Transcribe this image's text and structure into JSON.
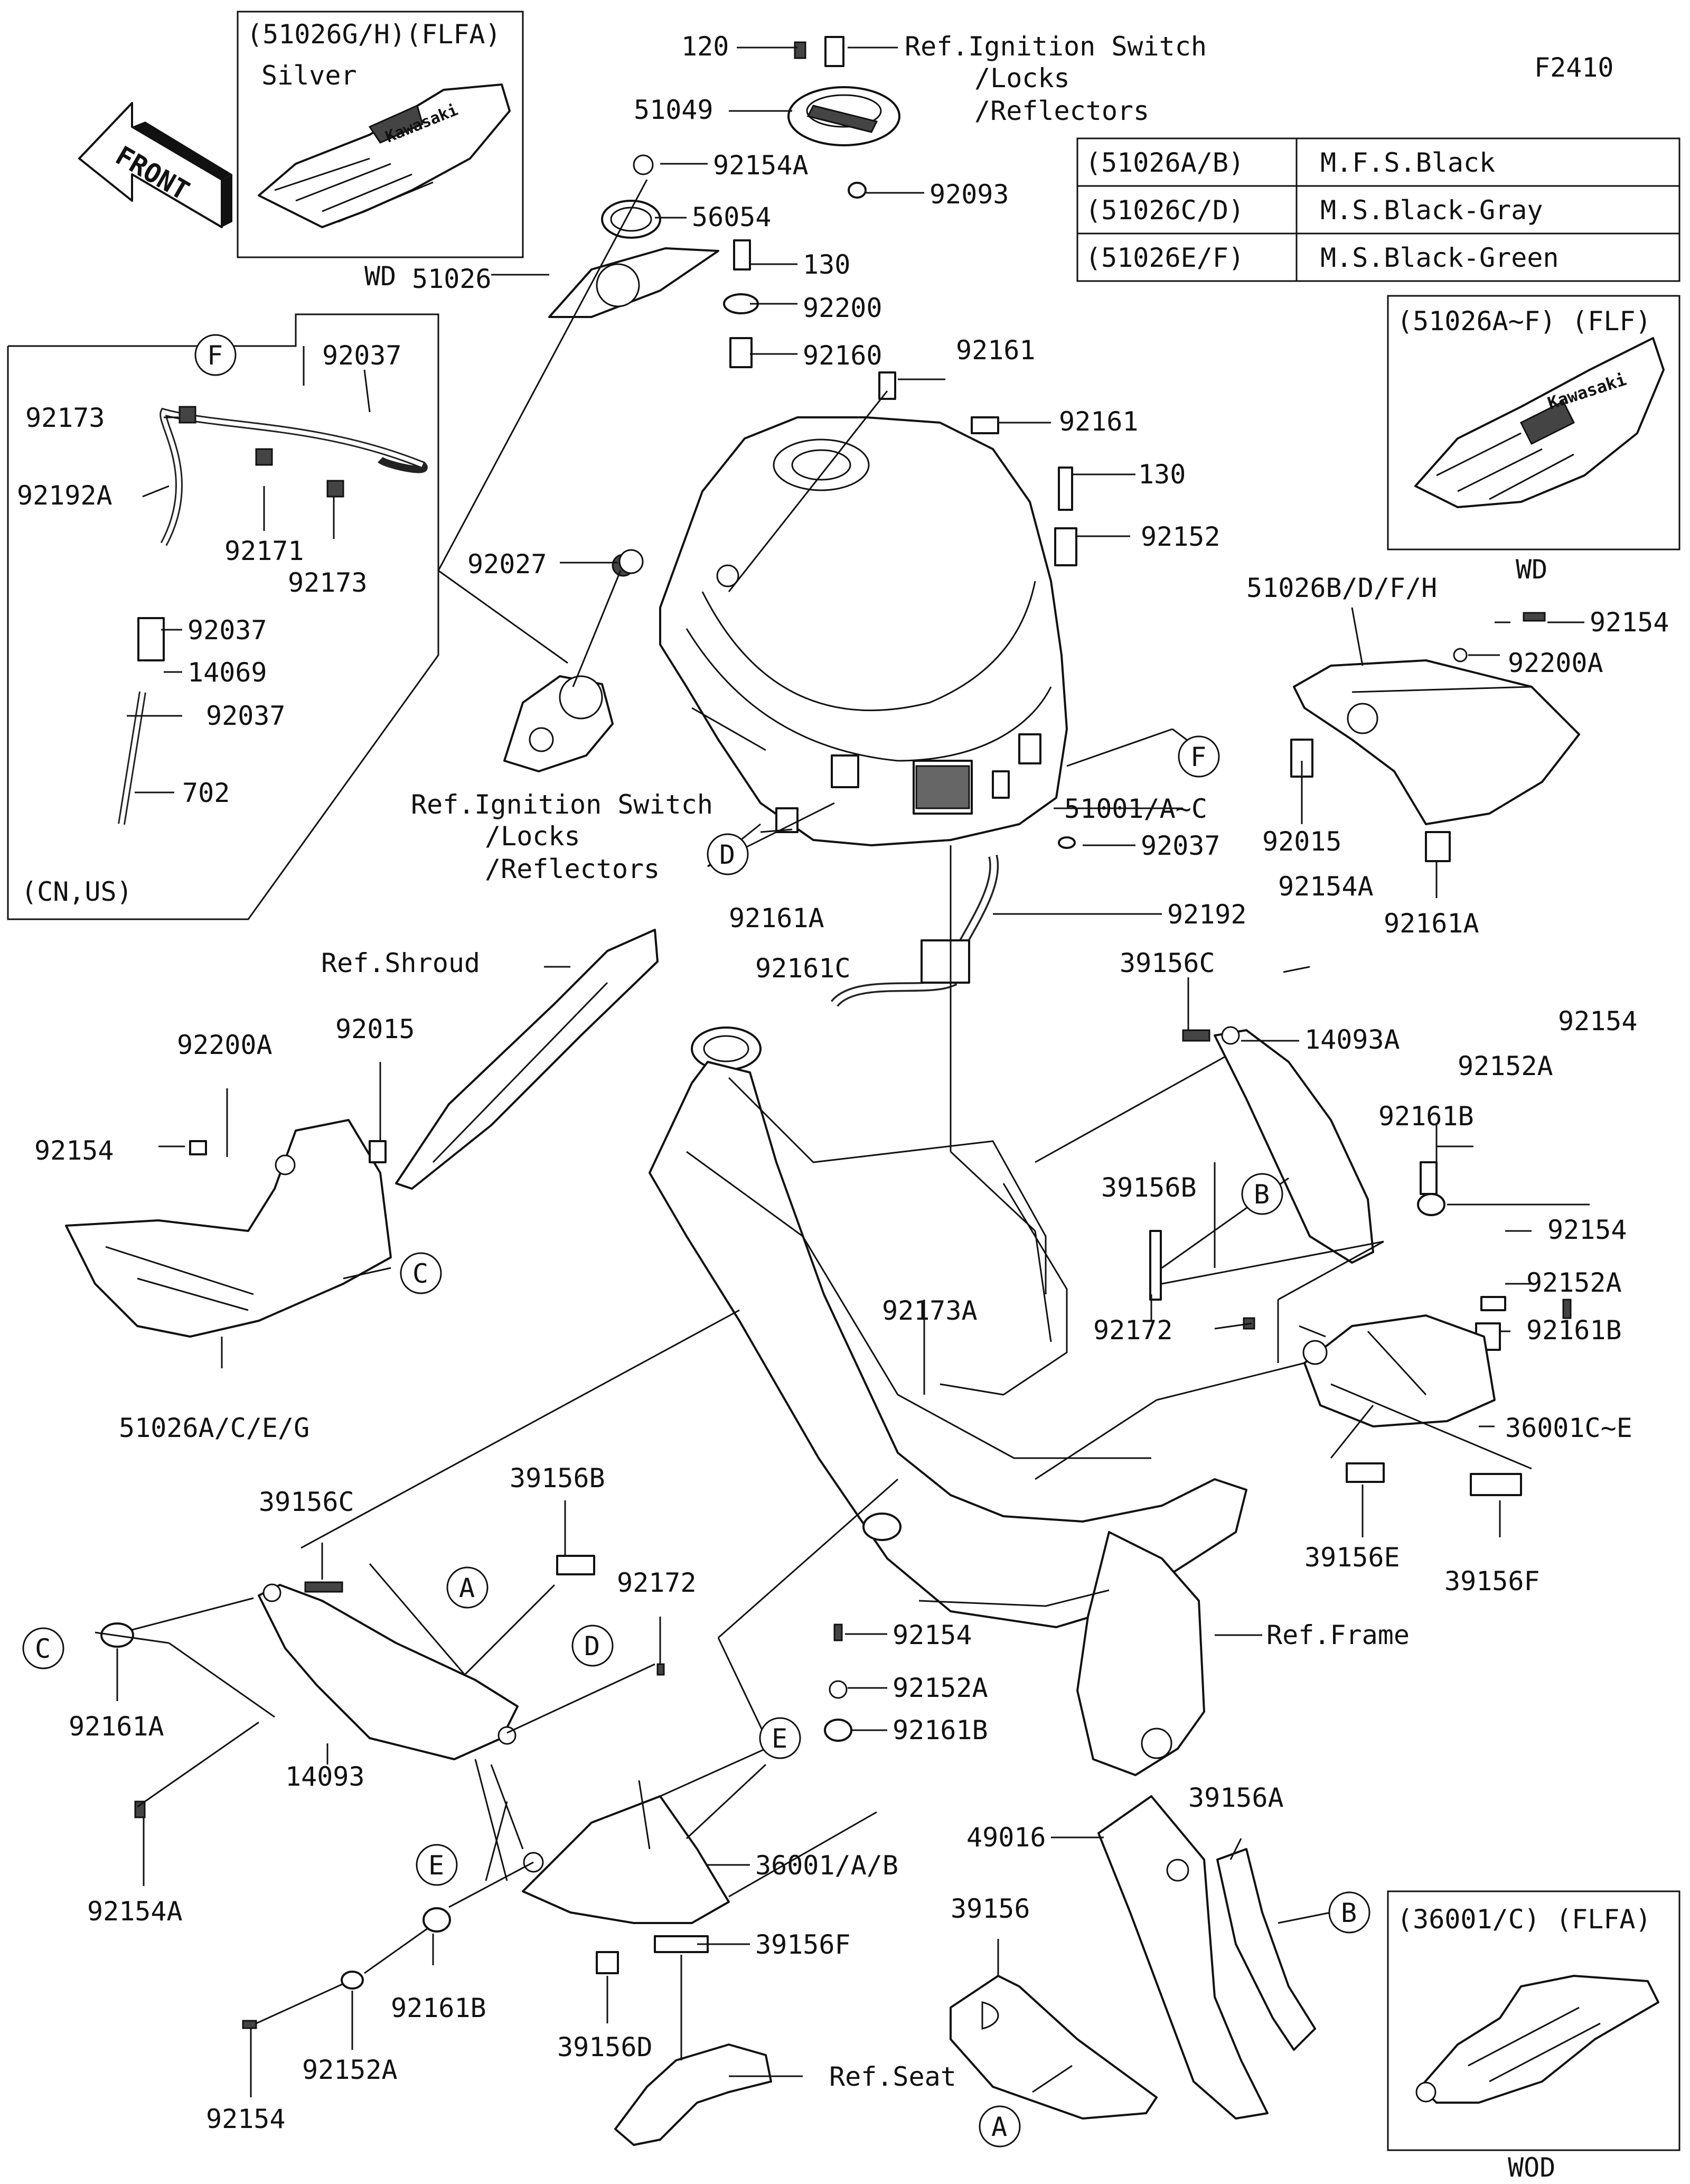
{
  "figure_code": "F2410",
  "front_label": "FRONT",
  "color_table": {
    "rows": [
      {
        "code": "(51026A/B)",
        "color": "M.F.S.Black"
      },
      {
        "code": "(51026C/D)",
        "color": "M.S.Black-Gray"
      },
      {
        "code": "(51026E/F)",
        "color": "M.S.Black-Green"
      }
    ]
  },
  "insets": {
    "flfa_top": {
      "title": "(51026G/H)(FLFA)",
      "color": "Silver",
      "note": "WD",
      "logo": "Kawasaki"
    },
    "flf_right": {
      "title": "(51026A~F) (FLF)",
      "note": "WD",
      "logo": "Kawasaki"
    },
    "flfa_bottom": {
      "title": "(36001/C) (FLFA)",
      "note": "WOD"
    }
  },
  "region_note": "(CN,US)",
  "circle_letters": {
    "a": "A",
    "b": "B",
    "c": "C",
    "d": "D",
    "e": "E",
    "f": "F"
  },
  "refs": {
    "ignition_1": "Ref.Ignition Switch",
    "ignition_2": "/Locks",
    "ignition_3": "/Reflectors",
    "shroud": "Ref.Shroud",
    "frame": "Ref.Frame",
    "seat": "Ref.Seat"
  },
  "part_numbers": {
    "p120": "120",
    "p51049": "51049",
    "p92154A": "92154A",
    "p92093": "92093",
    "p56054": "56054",
    "p51026": "51026",
    "p130": "130",
    "p92200": "92200",
    "p92160": "92160",
    "p92161": "92161",
    "p92152": "92152",
    "p92037": "92037",
    "p92173": "92173",
    "p92192A": "92192A",
    "p92171": "92171",
    "p14069": "14069",
    "p702": "702",
    "p92027": "92027",
    "p92161A": "92161A",
    "p92161C": "92161C",
    "p51001": "51001/A~C",
    "p92192": "92192",
    "p51026B": "51026B/D/F/H",
    "p92154": "92154",
    "p92200A": "92200A",
    "p92015": "92015",
    "p39156C": "39156C",
    "p14093A": "14093A",
    "p92152A": "92152A",
    "p92161B": "92161B",
    "p39156B": "39156B",
    "p92172": "92172",
    "p36001C": "36001C~E",
    "p39156E": "39156E",
    "p39156F": "39156F",
    "p51026A": "51026A/C/E/G",
    "p92173A": "92173A",
    "p14093": "14093",
    "p36001": "36001/A/B",
    "p39156D": "39156D",
    "p49016": "49016",
    "p39156A": "39156A",
    "p39156": "39156"
  }
}
